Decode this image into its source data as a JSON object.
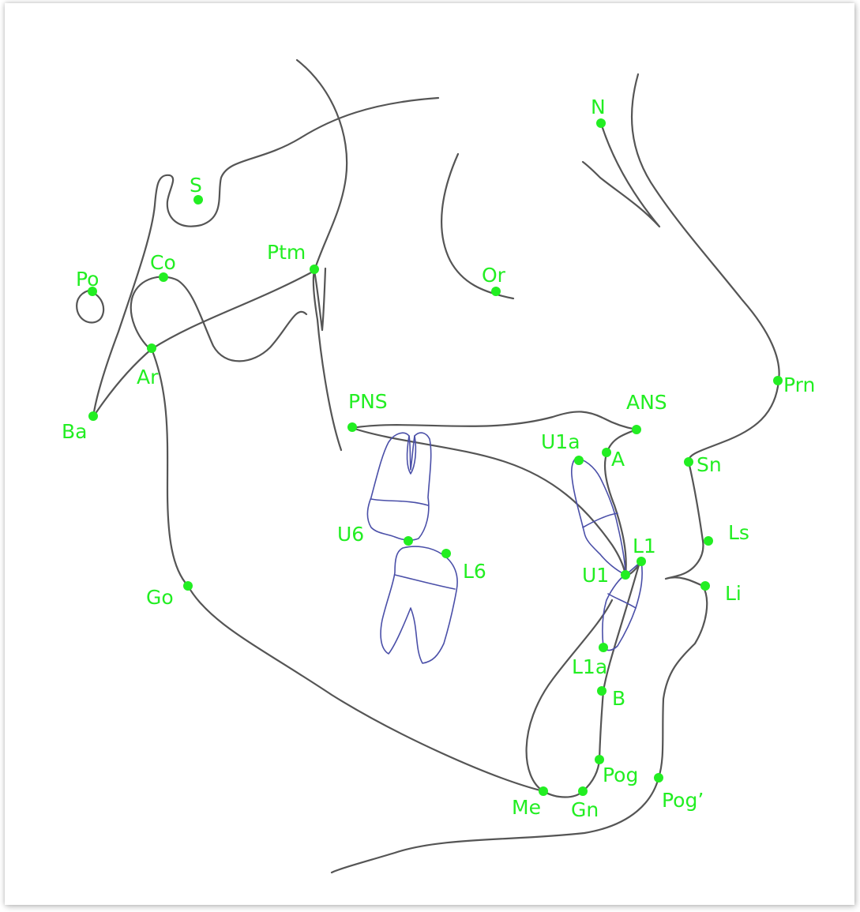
{
  "colors": {
    "background": "#ffffff",
    "contour": "#555555",
    "teeth": "#4a4fa8",
    "landmark": "#22ee22"
  },
  "landmarks": {
    "N": "N",
    "S": "S",
    "Ptm": "Ptm",
    "Co": "Co",
    "Po": "Po",
    "Or": "Or",
    "Ar": "Ar",
    "Ba": "Ba",
    "PNS": "PNS",
    "ANS": "ANS",
    "Prn": "Prn",
    "U1a": "U1a",
    "A": "A",
    "Sn": "Sn",
    "U6": "U6",
    "L6": "L6",
    "L1": "L1",
    "Ls": "Ls",
    "U1": "U1",
    "Li": "Li",
    "Go": "Go",
    "L1a": "L1a",
    "B": "B",
    "Pog": "Pog",
    "Pog_soft": "Pog’",
    "Me": "Me",
    "Gn": "Gn"
  }
}
